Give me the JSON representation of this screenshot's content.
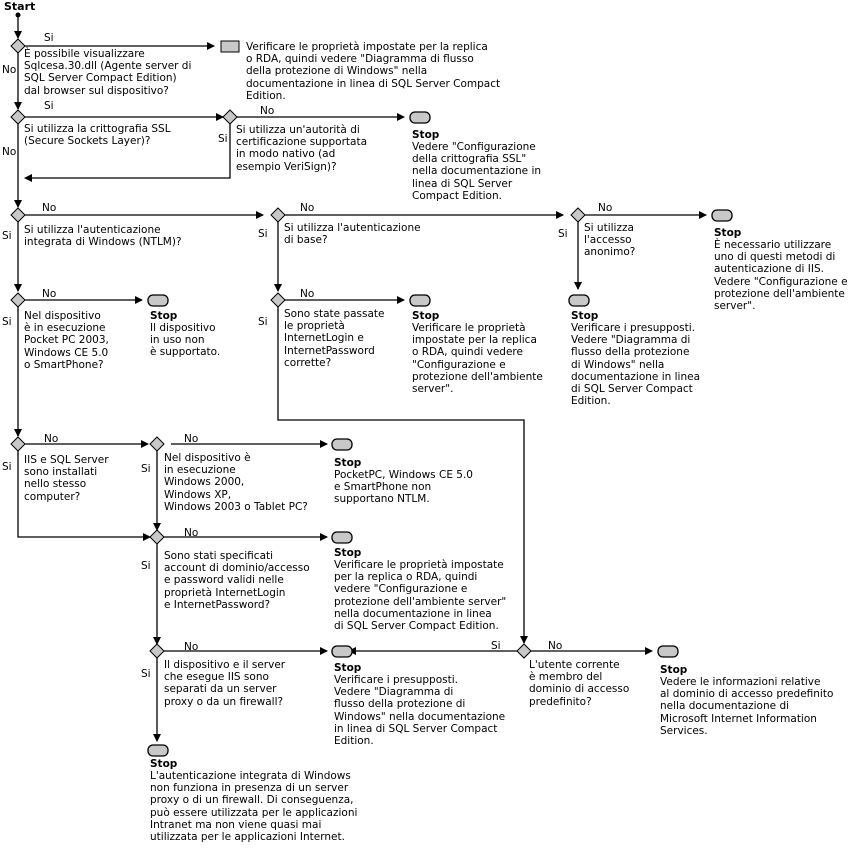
{
  "start": "Start",
  "yes": "Si",
  "no": "No",
  "stop": "Stop",
  "nodes": {
    "q1": "È possibile visualizzare\nSqlcesa.30.dll (Agente server di\nSQL Server Compact Edition)\ndal browser sul dispositivo?",
    "p1": "Verificare le proprietà impostate per la replica\no RDA, quindi vedere \"Diagramma di flusso\ndella protezione di Windows\" nella\ndocumentazione in linea di SQL Server Compact\nEdition.",
    "q2": "Si utilizza la crittografia SSL\n(Secure Sockets Layer)?",
    "q3": "Si utilizza un'autorità di\ncertificazione supportata\nin modo nativo (ad\nesempio VeriSign)?",
    "s1": "Vedere \"Configurazione\ndella crittografia SSL\"\nnella documentazione in\nlinea di SQL Server\nCompact Edition.",
    "q4": "Si utilizza l'autenticazione\nintegrata di Windows (NTLM)?",
    "q5": "Si utilizza l'autenticazione\ndi base?",
    "q6": "Si utilizza\nl'accesso\nanonimo?",
    "s2": "È necessario utilizzare\nuno di questi metodi di\nautenticazione di IIS.\nVedere \"Configurazione e\nprotezione dell'ambiente\nserver\".",
    "q7": "Nel dispositivo\nè in esecuzione\nPocket PC 2003,\nWindows CE 5.0\no SmartPhone?",
    "s3": "Il dispositivo\nin uso non\nè supportato.",
    "q8": "Sono state passate\nle proprietà\nInternetLogin e\nInternetPassword\ncorrette?",
    "s4": "Verificare le proprietà\nimpostate per la replica\no RDA, quindi vedere\n\"Configurazione e\nprotezione dell'ambiente\nserver\".",
    "s5": "Verificare i presupposti.\nVedere \"Diagramma di\nflusso della protezione\ndi Windows\" nella\ndocumentazione in linea\ndi SQL Server Compact\nEdition.",
    "q9": "IIS e SQL Server\nsono installati\nnello stesso\ncomputer?",
    "q10": "Nel dispositivo è\nin esecuzione\nWindows 2000,\nWindows XP,\nWindows 2003 o Tablet PC?",
    "s6": "PocketPC, Windows CE 5.0\ne SmartPhone non\nsupportano NTLM.",
    "q11": "Sono stati specificati\naccount di dominio/accesso\ne password validi nelle\nproprietà InternetLogin\ne InternetPassword?",
    "s7": "Verificare le proprietà impostate\nper la replica o RDA, quindi\nvedere \"Configurazione e\nprotezione dell'ambiente server\"\nnella documentazione in linea\ndi SQL Server Compact Edition.",
    "q12": "Il dispositivo e il server\nche esegue IIS sono\nseparati da un server\nproxy o da un firewall?",
    "s8": "Verificare i presupposti.\nVedere \"Diagramma di\nflusso della protezione di\nWindows\" nella documentazione\nin linea di SQL Server Compact\nEdition.",
    "q13": "L'utente corrente\nè membro del\ndominio di accesso\npredefinito?",
    "s9": "Vedere le informazioni relative\nal dominio di accesso predefinito\nnella documentazione di\nMicrosoft Internet Information\nServices.",
    "s10": "L'autenticazione integrata di Windows\nnon funziona in presenza di un server\nproxy o di un firewall. Di conseguenza,\npuò essere utilizzata per le applicazioni\nIntranet ma non viene quasi mai\nutilizzata per le applicazioni Internet."
  }
}
